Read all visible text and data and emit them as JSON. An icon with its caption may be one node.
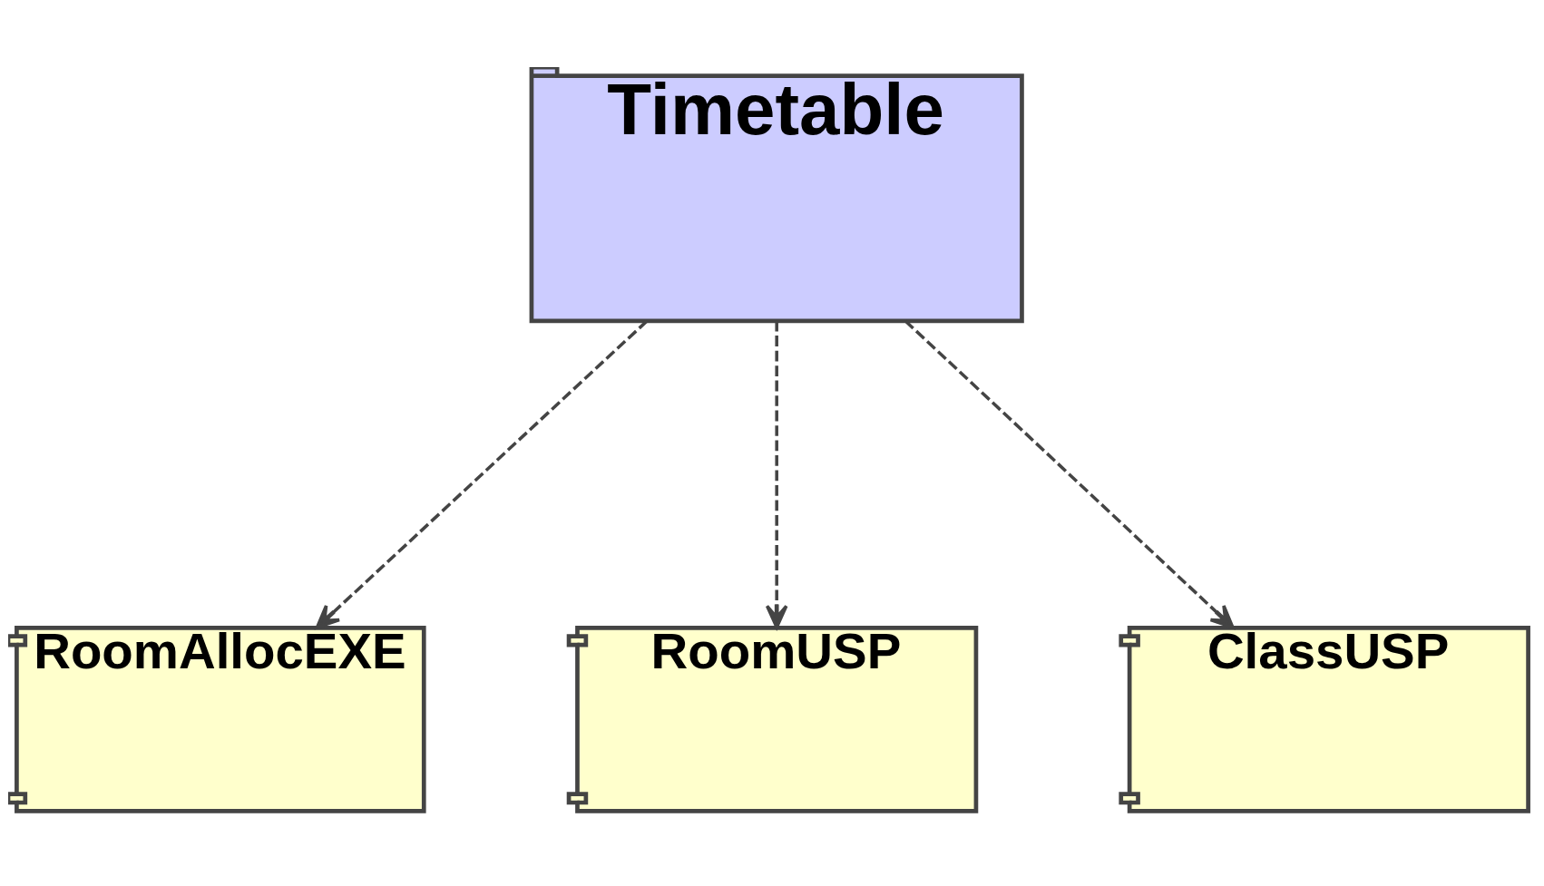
{
  "diagram": {
    "nodes": [
      {
        "text": [
          "Timetable"
        ]
      },
      {
        "text": [
          "RoomAllocEXE"
        ]
      },
      {
        "text": [
          "RoomUSP"
        ]
      },
      {
        "text": [
          "ClassUSP"
        ]
      }
    ],
    "edges": [
      {
        "from": 0,
        "to": 1,
        "arrow": "to",
        "style": "dashed"
      },
      {
        "from": 0,
        "to": 2,
        "arrow": "to",
        "style": "dashed"
      },
      {
        "from": 0,
        "to": 3,
        "arrow": "to",
        "style": "dashed"
      }
    ]
  }
}
